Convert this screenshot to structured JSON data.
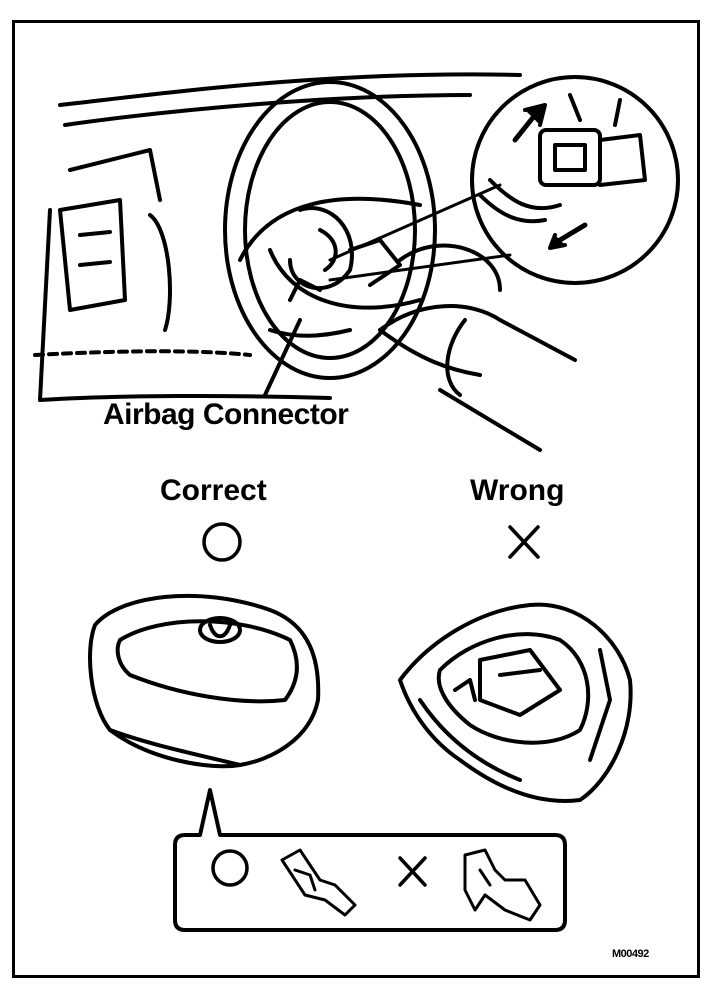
{
  "labels": {
    "connector": "Airbag Connector",
    "correct": "Correct",
    "wrong": "Wrong"
  },
  "figure_code": "M00492",
  "symbols": {
    "correct_symbol": "circle",
    "wrong_symbol": "cross"
  }
}
